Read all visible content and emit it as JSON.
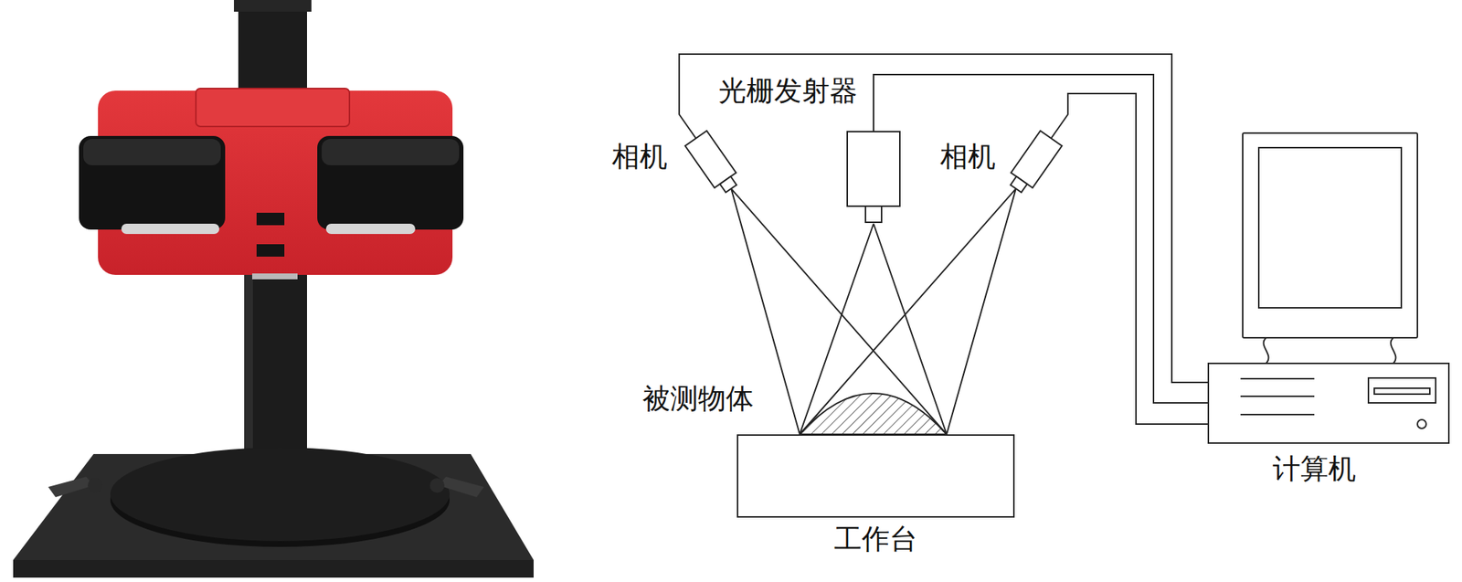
{
  "diagram": {
    "nodes": [
      {
        "text": [
          "光栅发射器"
        ]
      },
      {
        "text": [
          "相机"
        ]
      },
      {
        "text": [
          "相机"
        ]
      },
      {
        "text": [
          "被测物体"
        ]
      },
      {
        "text": [
          "工作台"
        ]
      },
      {
        "text": [
          "计算机"
        ]
      }
    ],
    "edges": [
      {
        "from": 1,
        "to": 5,
        "arrow": "none"
      },
      {
        "from": 0,
        "to": 5,
        "arrow": "none"
      },
      {
        "from": 2,
        "to": 5,
        "arrow": "none"
      },
      {
        "from": 1,
        "to": 3,
        "arrow": "none"
      },
      {
        "from": 0,
        "to": 3,
        "arrow": "none"
      },
      {
        "from": 2,
        "to": 3,
        "arrow": "none"
      }
    ]
  }
}
